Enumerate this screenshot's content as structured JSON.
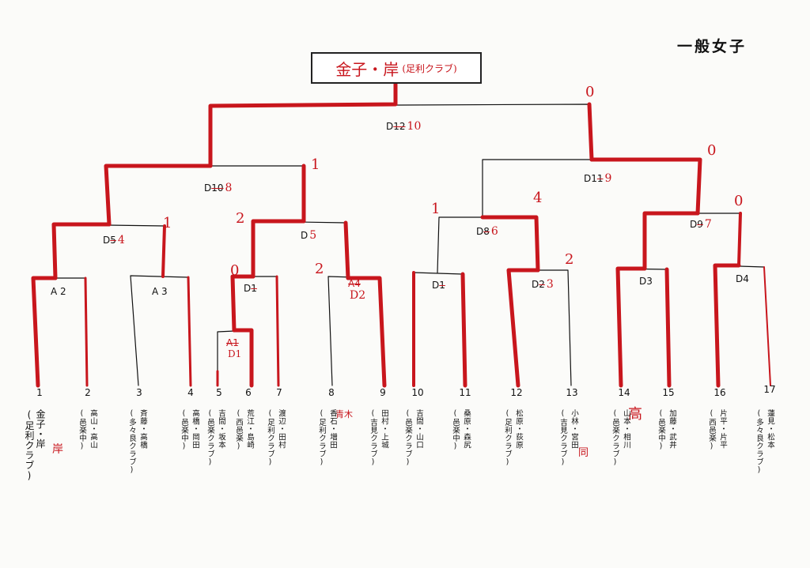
{
  "category": "一般女子",
  "champion": {
    "names": "金子・岸",
    "affiliation": "(足利クラブ)"
  },
  "matches": [
    {
      "id": "m-final",
      "label": "D",
      "strike": "12",
      "note": "10"
    },
    {
      "id": "m-left-semi",
      "label": "D",
      "strike": "10",
      "note": "8"
    },
    {
      "id": "m-right-semi",
      "label": "D1",
      "strike": "1",
      "note": "9"
    },
    {
      "id": "m-left-q1",
      "label": "D",
      "strike": "5",
      "note": "4"
    },
    {
      "id": "m-left-q2",
      "label": "D",
      "strike": "",
      "note": "5"
    },
    {
      "id": "m-right-q1",
      "label": "D",
      "strike": "8",
      "note": "6"
    },
    {
      "id": "m-right-q2",
      "label": "D",
      "strike": "9",
      "note": "7"
    },
    {
      "id": "m-a2",
      "label": "A 2",
      "strike": "",
      "note": ""
    },
    {
      "id": "m-a3",
      "label": "A 3",
      "strike": "",
      "note": ""
    },
    {
      "id": "m-d-lower-left",
      "label": "D",
      "strike": "1",
      "note": ""
    },
    {
      "id": "m-a4-d2",
      "label": "",
      "strike": "A4",
      "note": "D2"
    },
    {
      "id": "m-d-r1",
      "label": "D",
      "strike": "1",
      "note": ""
    },
    {
      "id": "m-d-r2",
      "label": "D",
      "strike": "2",
      "note": "3"
    },
    {
      "id": "m-d3",
      "label": "D3",
      "strike": "",
      "note": ""
    },
    {
      "id": "m-d4",
      "label": "D4",
      "strike": "",
      "note": ""
    },
    {
      "id": "m-a1-d1",
      "label": "",
      "strike": "A1",
      "note": "D1"
    }
  ],
  "scores": [
    "0",
    "1",
    "0",
    "0",
    "1",
    "2",
    "1",
    "4",
    "0",
    "2",
    "2"
  ],
  "entries": [
    {
      "seed": "1",
      "names": "金子・岸",
      "aff": "(足利クラブ)"
    },
    {
      "seed": "2",
      "names": "高山・高山",
      "aff": "(邑楽中)"
    },
    {
      "seed": "3",
      "names": "斉藤・高橋",
      "aff": "(多々良クラブ)"
    },
    {
      "seed": "4",
      "names": "高橋・岡田",
      "aff": "(邑楽中)"
    },
    {
      "seed": "5",
      "names": "吉間・坂本",
      "aff": "(邑楽クラブ)"
    },
    {
      "seed": "6",
      "names": "荒江・島崎",
      "aff": "(西邑楽)"
    },
    {
      "seed": "7",
      "names": "渡辺・田村",
      "aff": "(足利クラブ)"
    },
    {
      "seed": "8",
      "names": "香石・増田",
      "aff": "(足利クラブ)"
    },
    {
      "seed": "9",
      "names": "田村・上城",
      "aff": "(吉見クラブ)"
    },
    {
      "seed": "10",
      "names": "吉間・山口",
      "aff": "(邑楽クラブ)"
    },
    {
      "seed": "11",
      "names": "桑原・森尻",
      "aff": "(邑楽中)"
    },
    {
      "seed": "12",
      "names": "松原・荻原",
      "aff": "(足利クラブ)"
    },
    {
      "seed": "13",
      "names": "小林・宮田",
      "aff": "(吉見クラブ)"
    },
    {
      "seed": "14",
      "names": "山本・相川",
      "aff": "(邑楽クラブ)"
    },
    {
      "seed": "15",
      "names": "加藤・武井",
      "aff": "(邑楽中)"
    },
    {
      "seed": "16",
      "names": "片平・片平",
      "aff": "(西邑楽)"
    },
    {
      "seed": "17",
      "names": "蓮見・松本",
      "aff": "(多々良クラブ)"
    }
  ],
  "handwritten": {
    "kishi": "岸",
    "aoki": "青木",
    "takahashi": "高",
    "doo": "同"
  },
  "colors": {
    "ink": "#111111",
    "red": "#c8161d"
  }
}
